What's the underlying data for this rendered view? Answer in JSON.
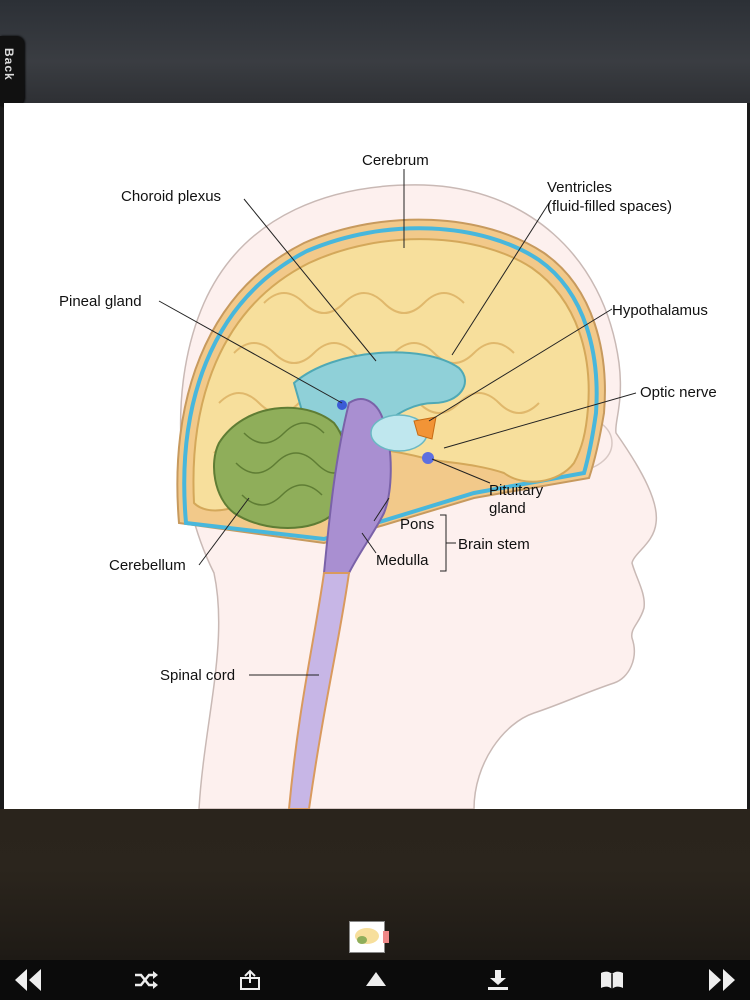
{
  "nav": {
    "back_label": "Back"
  },
  "figure": {
    "labels": {
      "cerebrum": "Cerebrum",
      "choroid_plexus": "Choroid plexus",
      "ventricles_1": "Ventricles",
      "ventricles_2": "(fluid-filled spaces)",
      "pineal_gland": "Pineal gland",
      "hypothalamus": "Hypothalamus",
      "optic_nerve": "Optic nerve",
      "pituitary_1": "Pituitary",
      "pituitary_2": "gland",
      "pons": "Pons",
      "brain_stem": "Brain stem",
      "medulla": "Medulla",
      "cerebellum": "Cerebellum",
      "spinal_cord": "Spinal cord"
    }
  },
  "toolbar": {
    "icons": [
      "rewind-icon",
      "shuffle-icon",
      "share-icon",
      "eject-icon",
      "download-icon",
      "book-icon",
      "fast-forward-icon"
    ]
  },
  "colors": {
    "cerebrum": "#f7df9c",
    "cerebellum": "#8fae5a",
    "brainstem": "#a98fd1",
    "ventricle": "#8fd0d8",
    "csf": "#48b7dc",
    "hypothalamus": "#f29436",
    "skin": "#fdf1ee"
  }
}
